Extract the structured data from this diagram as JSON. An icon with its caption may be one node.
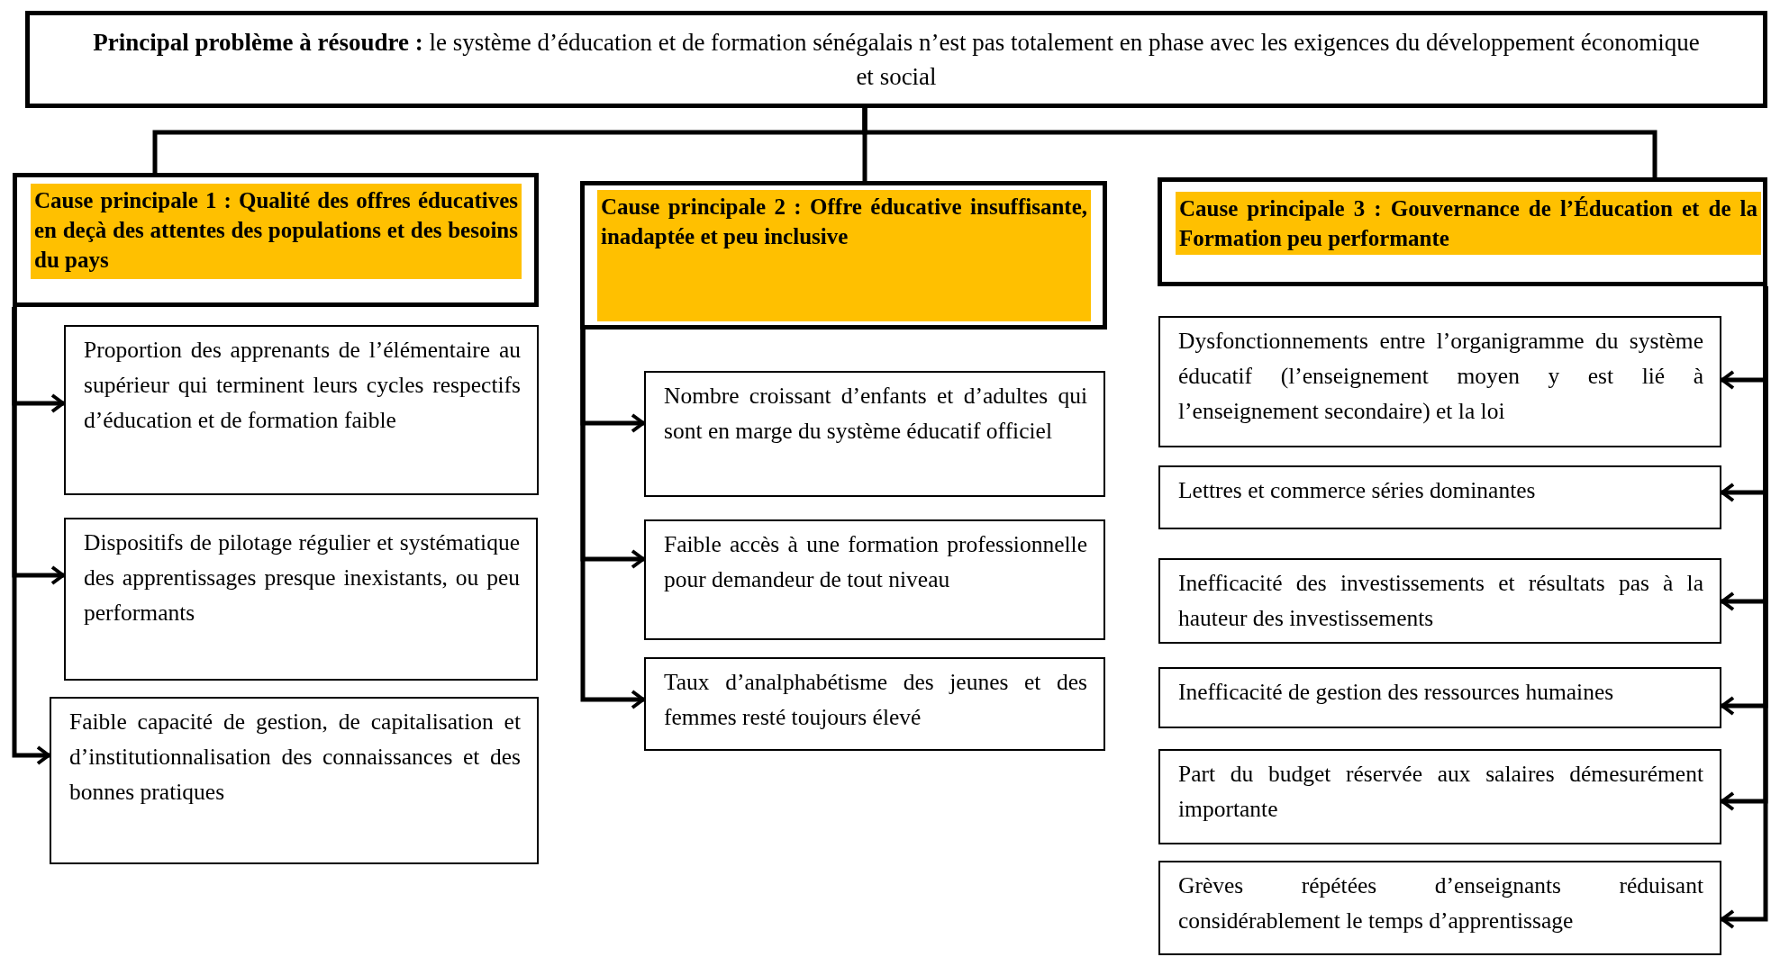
{
  "diagram": {
    "nodes": [
      {
        "text": [
          "**Principal problème à résoudre :** le système d’éducation et de formation sénégalais n’est pas totalement en phase avec les exigences du développement économique et social"
        ]
      },
      {
        "text": [
          "Cause principale 1 : Qualité des offres éducatives en deçà des attentes des populations et des besoins du pays"
        ]
      },
      {
        "text": [
          "Proportion des apprenants de l’élémentaire au supérieur qui terminent leurs cycles respectifs d’éducation et de formation faible"
        ]
      },
      {
        "text": [
          "Dispositifs de pilotage régulier et systématique des apprentissages presque inexistants, ou peu performants"
        ]
      },
      {
        "text": [
          "Faible capacité de gestion, de capitalisation et d’institutionnalisation des connaissances et des bonnes pratiques"
        ]
      },
      {
        "text": [
          "Cause principale 2 : Offre éducative insuffisante, inadaptée et peu inclusive"
        ]
      },
      {
        "text": [
          "Nombre croissant d’enfants et d’adultes qui sont en marge du système éducatif officiel"
        ]
      },
      {
        "text": [
          "Faible accès à une formation professionnelle pour demandeur de tout niveau"
        ]
      },
      {
        "text": [
          "Taux d’analphabétisme des jeunes et des femmes resté toujours élevé"
        ]
      },
      {
        "text": [
          "Cause principale 3 : Gouvernance de l’Éducation et de la Formation peu performante"
        ]
      },
      {
        "text": [
          "Dysfonctionnements entre l’organigramme du système éducatif (l’enseignement moyen y est lié à l’enseignement secondaire) et la loi"
        ]
      },
      {
        "text": [
          "Lettres et commerce séries dominantes"
        ]
      },
      {
        "text": [
          "Inefficacité des investissements et résultats pas à la hauteur des investissements"
        ]
      },
      {
        "text": [
          "Inefficacité de gestion des ressources humaines"
        ]
      },
      {
        "text": [
          "Part du budget réservée aux salaires démesurément importante"
        ]
      },
      {
        "text": [
          "Grèves répétées d’enseignants réduisant considérablement le temps d’apprentissage"
        ]
      }
    ],
    "edges": [
      {
        "from": 0,
        "to": 1,
        "arrow": "none"
      },
      {
        "from": 0,
        "to": 5,
        "arrow": "none"
      },
      {
        "from": 0,
        "to": 9,
        "arrow": "none"
      },
      {
        "from": 1,
        "to": 2,
        "arrow": "to"
      },
      {
        "from": 1,
        "to": 3,
        "arrow": "to"
      },
      {
        "from": 1,
        "to": 4,
        "arrow": "to"
      },
      {
        "from": 5,
        "to": 6,
        "arrow": "to"
      },
      {
        "from": 5,
        "to": 7,
        "arrow": "to"
      },
      {
        "from": 5,
        "to": 8,
        "arrow": "to"
      },
      {
        "from": 9,
        "to": 10,
        "arrow": "to"
      },
      {
        "from": 9,
        "to": 11,
        "arrow": "to"
      },
      {
        "from": 9,
        "to": 12,
        "arrow": "to"
      },
      {
        "from": 9,
        "to": 13,
        "arrow": "to"
      },
      {
        "from": 9,
        "to": 14,
        "arrow": "to"
      },
      {
        "from": 9,
        "to": 15,
        "arrow": "to"
      }
    ]
  }
}
